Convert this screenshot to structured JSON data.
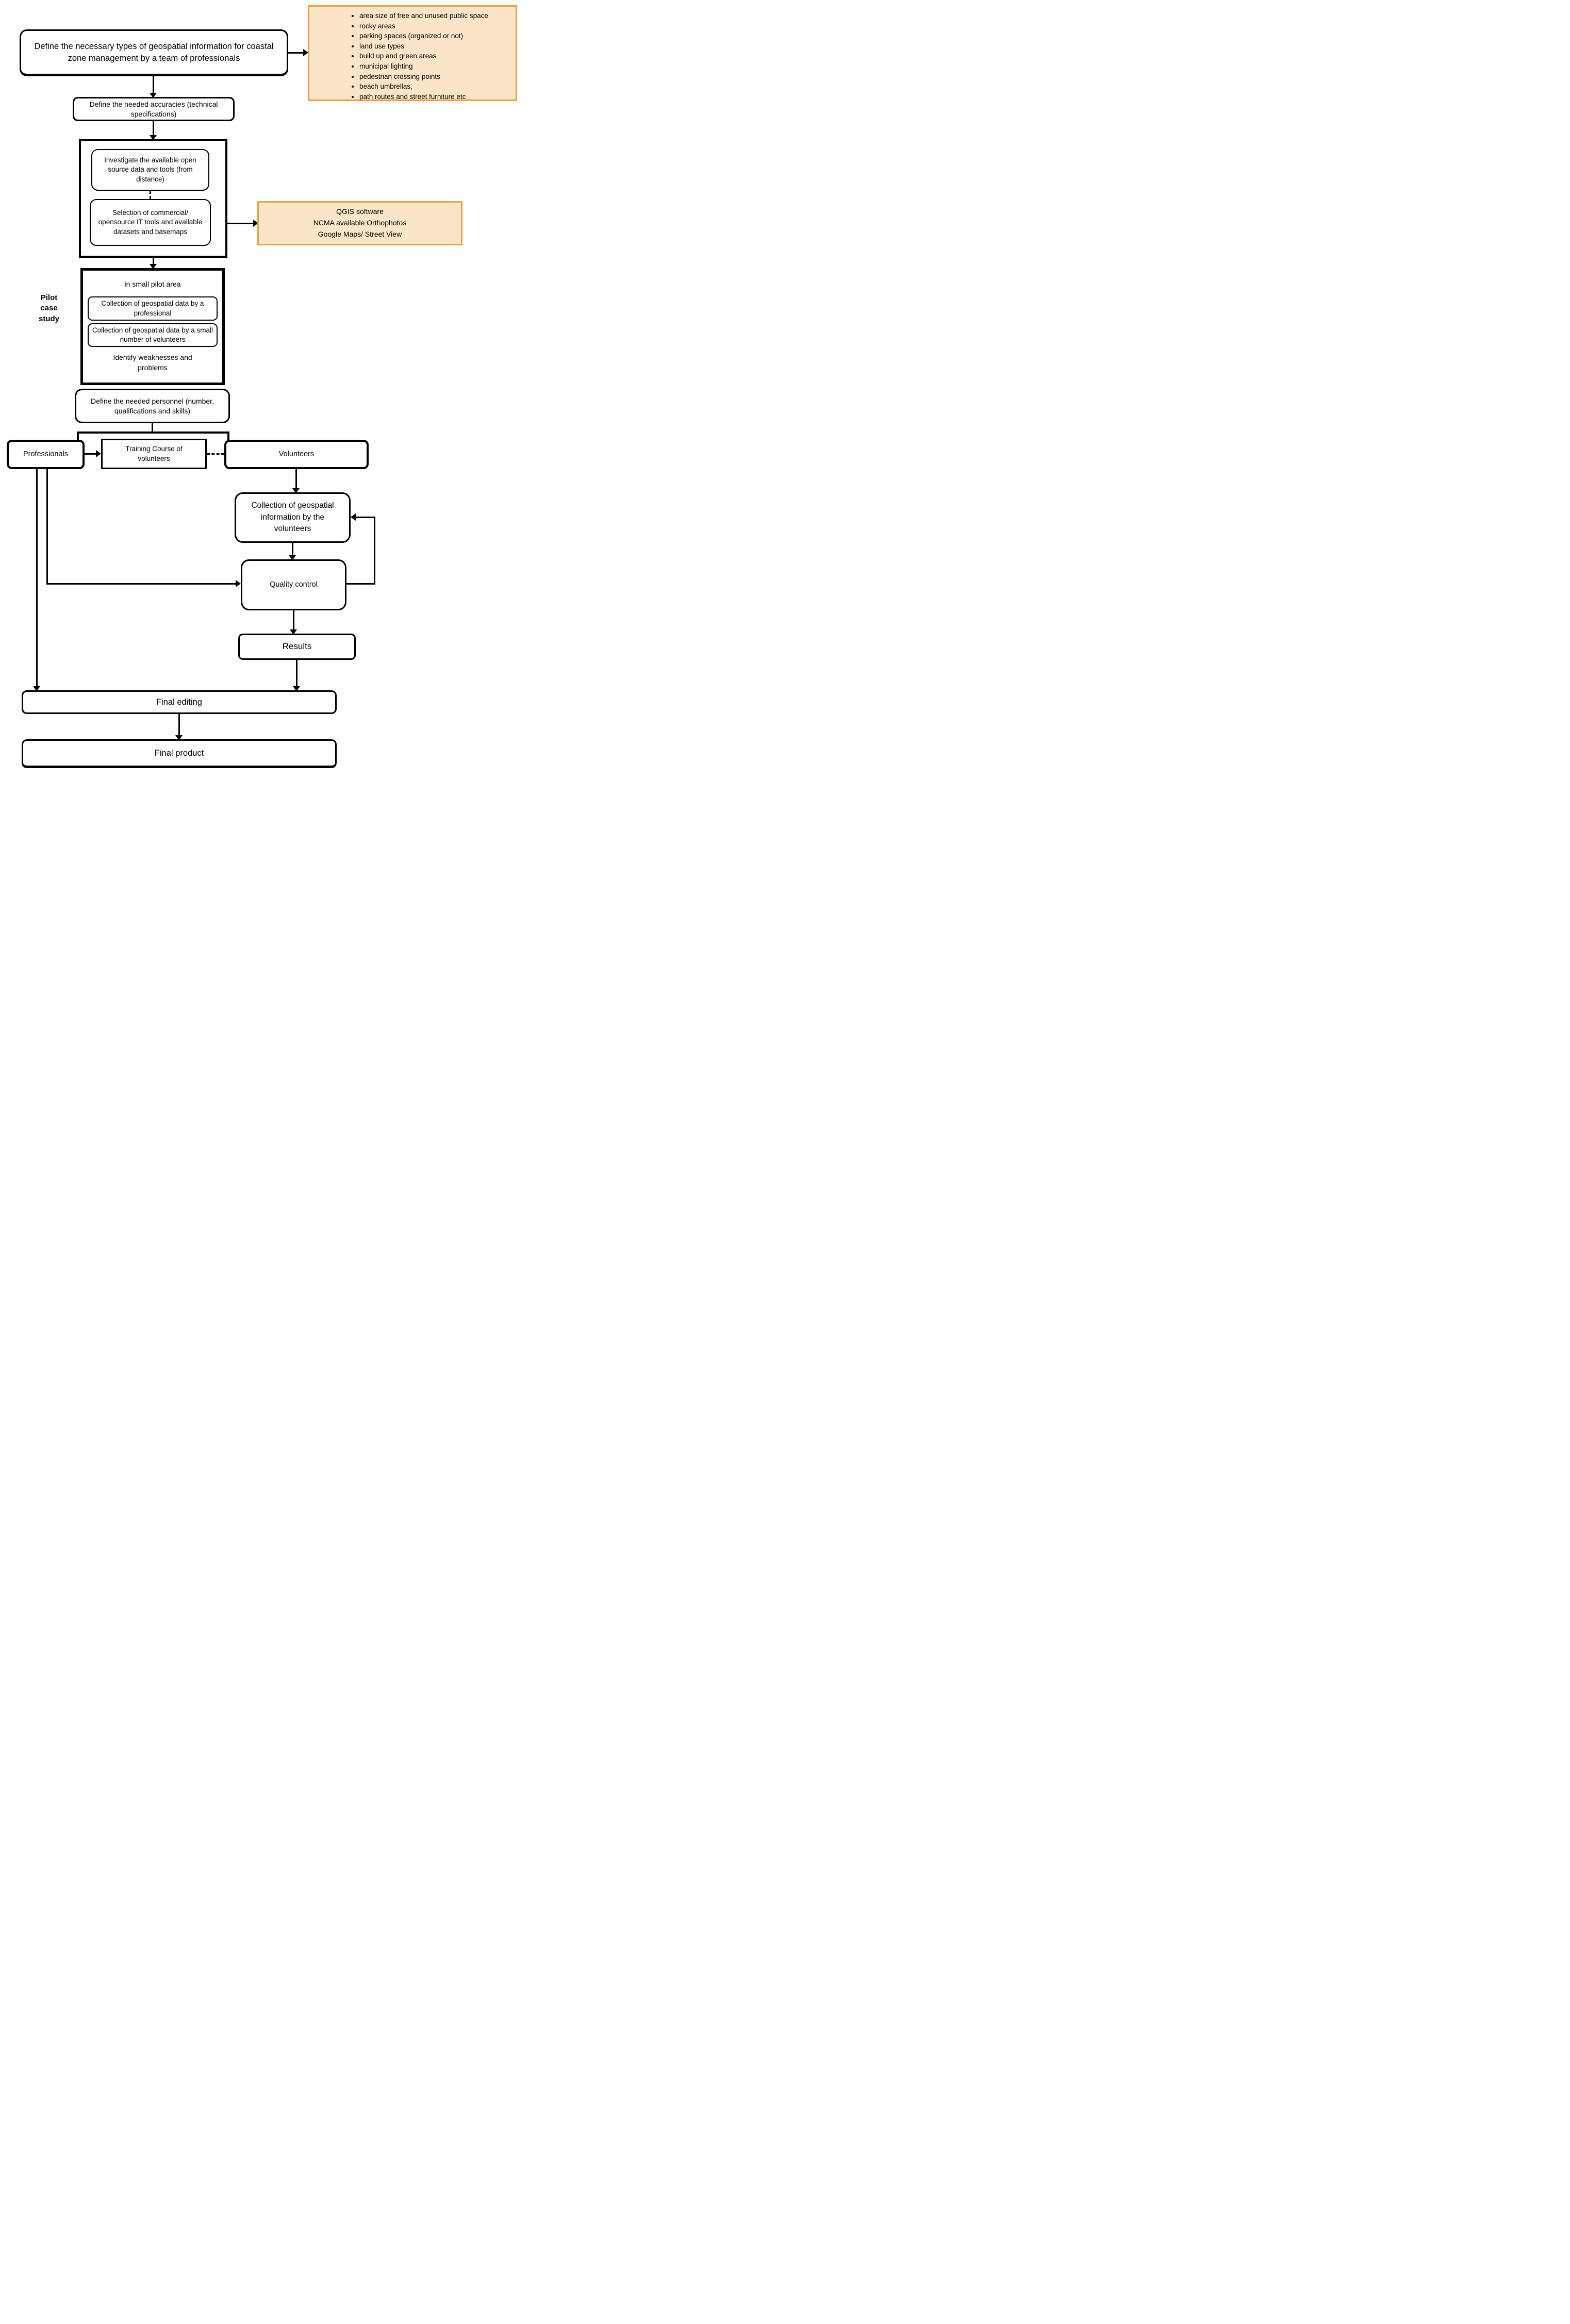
{
  "diagram": {
    "define_types": "Define the necessary types of geospatial information for coastal zone management by a team of professionals",
    "geo_info_items": [
      "area size of free and unused public space",
      "rocky areas",
      "parking spaces (organized or not)",
      "land use types",
      "build up and green areas",
      "municipal lighting",
      "pedestrian crossing points",
      "beach umbrellas,",
      "path routes and street furniture etc"
    ],
    "define_accuracies": "Define the needed accuracies (technical specifications)",
    "investigate": "Investigate the available open source data and tools (from distance)",
    "selection": "Selection of commercial/ opensource IT tools and available datasets and basemaps",
    "tools_note": "QGIS software\nNCMA available Orthophotos\nGoogle Maps/ Street View",
    "pilot_label": "Pilot\ncase\nstudy",
    "pilot_area_note": "in small pilot area",
    "collect_professional": "Collection of geospatial data by a professional",
    "collect_small_volunteers": "Collection of geospatial data by a small number of volunteers",
    "identify": "Identify weaknesses and problems",
    "personnel": "Define the needed personnel (number, qualifications and skills)",
    "professionals": "Professionals",
    "training": "Training Course of volunteers",
    "volunteers": "Volunteers",
    "collection_info": "Collection of geospatial information by the volunteers",
    "quality_control": "Quality control",
    "results": "Results",
    "final_editing": "Final editing",
    "final_product": "Final product"
  },
  "colors": {
    "note_fill": "#FAE5C9",
    "note_border": "#E8A33C",
    "line": "#000000"
  }
}
